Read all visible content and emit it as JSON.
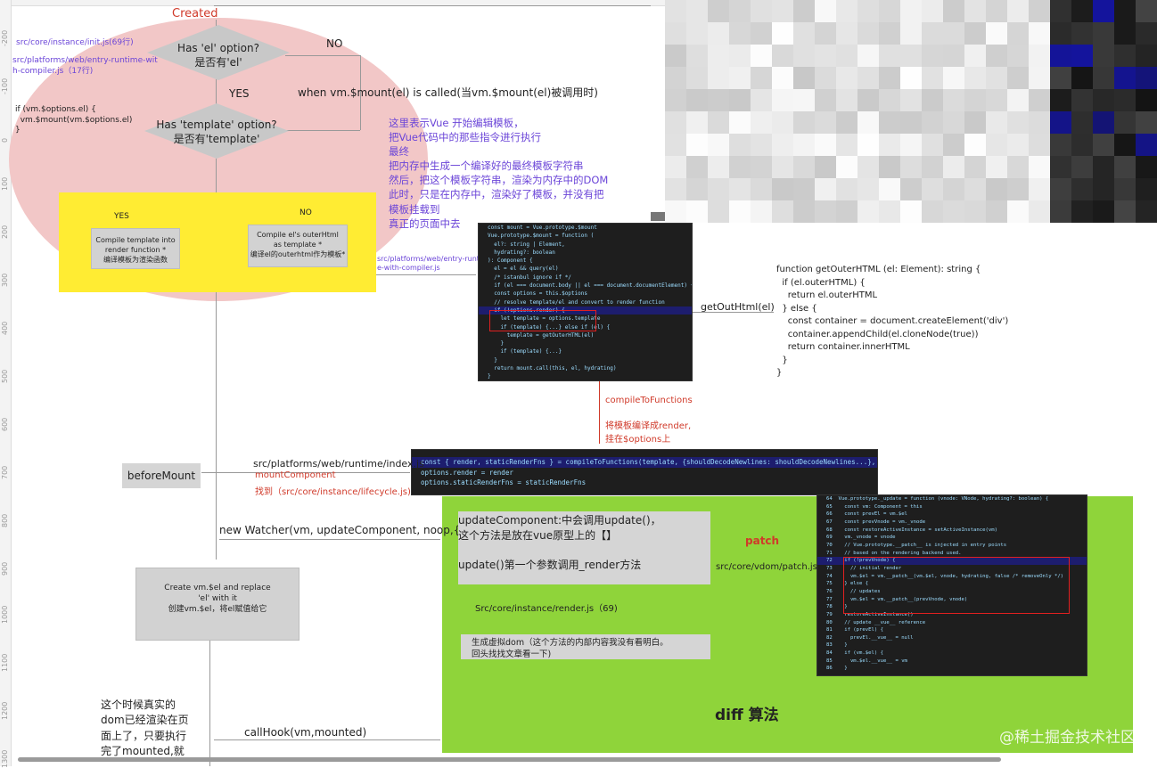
{
  "labels": {
    "created": "Created",
    "init_path": "src/core/instance/init.js(69行)",
    "entry_path": "src/platforms/web/entry-runtime-wit\nh-compiler.js（17行)",
    "has_el": "Has 'el' option?\n是否有'el'",
    "no1": "NO",
    "yes1": "YES",
    "when_mount": "when vm.$mount(el) is called(当vm.$mount(el)被调用时)",
    "if_options": "if (vm.$options.el) {\n  vm.$mount(vm.$options.el)\n}",
    "has_template": "Has 'template' option?\n是否有'template'",
    "explain": "这里表示Vue 开始编辑模板，\n把Vue代码中的那些指令进行执行\n最终\n把内存中生成一个编译好的最终模板字符串\n然后，把这个模板字符串，渲染为内存中的DOM\n此时，只是在内存中，渲染好了模板，并没有把\n模板挂载到\n真正的页面中去",
    "yes2": "YES",
    "no2": "NO",
    "compile_template": "Compile template into\nrender function *\n编译模板为渲染函数",
    "compile_outer": "Compile el's outerHtml\nas template *\n编译el的outerhtml作为模板*",
    "entry_compiler": "src/platforms/web/entry-runtim\ne-with-compiler.js",
    "get_out_html": "getOutHtml(el)",
    "outer_fn": "function getOuterHTML (el: Element): string {\n  if (el.outerHTML) {\n    return el.outerHTML\n  } else {\n    const container = document.createElement('div')\n    container.appendChild(el.cloneNode(true))\n    return container.innerHTML\n  }\n}",
    "compile_to_fn": "compileToFunctions",
    "compile_render": "将模板编译成render,\n挂在$options上",
    "before_mount": "beforeMount",
    "runtime_index": "src/platforms/web/runtime/index.js",
    "mount_component": "mountComponent",
    "find_lifecycle": "找到（src/core/instance/lifecycle.js)",
    "new_watcher": "new Watcher(vm, updateComponent, noop,{})",
    "update_component": "updateComponent:中会调用update()，\n这个方法是放在vue原型上的【】\n\nupdate()第一个参数调用_render方法",
    "render_js": "Src/core/instance/render.js（69)",
    "gen_vdom": "生成虚拟dom（这个方法的内部内容我没有看明白。\n回头找找文章看一下)",
    "patch": "patch",
    "patch_path": "src/core/vdom/patch.js",
    "create_el": "Create vm.$el and replace\n'el' with it\n创建vm.$el，将el赋值给它",
    "diff": "diff 算法",
    "real_dom": "这个时候真实的\ndom已经渲染在页\n面上了，只要执行\n完了mounted,就",
    "call_hook": "callHook(vm,mounted)",
    "watermark": "@稀土掘金技术社区"
  },
  "code1": [
    "const mount = Vue.prototype.$mount",
    "Vue.prototype.$mount = function (",
    "  el?: string | Element,",
    "  hydrating?: boolean",
    "): Component {",
    "  el = el && query(el)",
    "",
    "  /* istanbul ignore if */",
    "  if (el === document.body || el === document.documentElement) {...}",
    "",
    "  const options = this.$options",
    "  // resolve template/el and convert to render function",
    "  if (!options.render) {",
    "    let template = options.template",
    "    if (template) {...} else if (el) {",
    "      template = getOuterHTML(el)",
    "    }",
    "    if (template) {...}",
    "  }",
    "  return mount.call(this, el, hydrating)",
    "}"
  ],
  "code2": [
    "const { render, staticRenderFns } = compileToFunctions(template, {shouldDecodeNewlines: shouldDecodeNewlines...}, this)",
    "options.render = render",
    "options.staticRenderFns = staticRenderFns"
  ],
  "code3": [
    "Vue.prototype._update = function (vnode: VNode, hydrating?: boolean) {",
    "  const vm: Component = this",
    "  const prevEl = vm.$el",
    "  const prevVnode = vm._vnode",
    "  const restoreActiveInstance = setActiveInstance(vm)",
    "  vm._vnode = vnode",
    "  // Vue.prototype.__patch__ is injected in entry points",
    "  // based on the rendering backend used.",
    "  if (!prevVnode) {",
    "    // initial render",
    "    vm.$el = vm.__patch__(vm.$el, vnode, hydrating, false /* removeOnly */)",
    "  } else {",
    "    // updates",
    "    vm.$el = vm.__patch__(prevVnode, vnode)",
    "  }",
    "  restoreActiveInstance()",
    "  // update __vue__ reference",
    "  if (prevEl) {",
    "    prevEl.__vue__ = null",
    "  }",
    "  if (vm.$el) {",
    "    vm.$el.__vue__ = vm",
    "  }"
  ],
  "code3_lines": [
    "64",
    "65",
    "66",
    "67",
    "68",
    "69",
    "70",
    "71",
    "72",
    "73",
    "74",
    "75",
    "76",
    "77",
    "78",
    "79",
    "80",
    "81",
    "82",
    "83",
    "84",
    "85",
    "86"
  ],
  "ruler_ticks": [
    "-200",
    "-100",
    "0",
    "100",
    "200",
    "300",
    "400",
    "500",
    "600",
    "700",
    "800",
    "900",
    "1000",
    "1100",
    "1200",
    "1300"
  ],
  "colors": {
    "ellipse": "#f2c7c7",
    "yellow": "#ffec33",
    "green": "#8fd43a",
    "purple": "#6b45d8",
    "red": "#d03a2a",
    "code_bg": "#1e1e1e"
  }
}
